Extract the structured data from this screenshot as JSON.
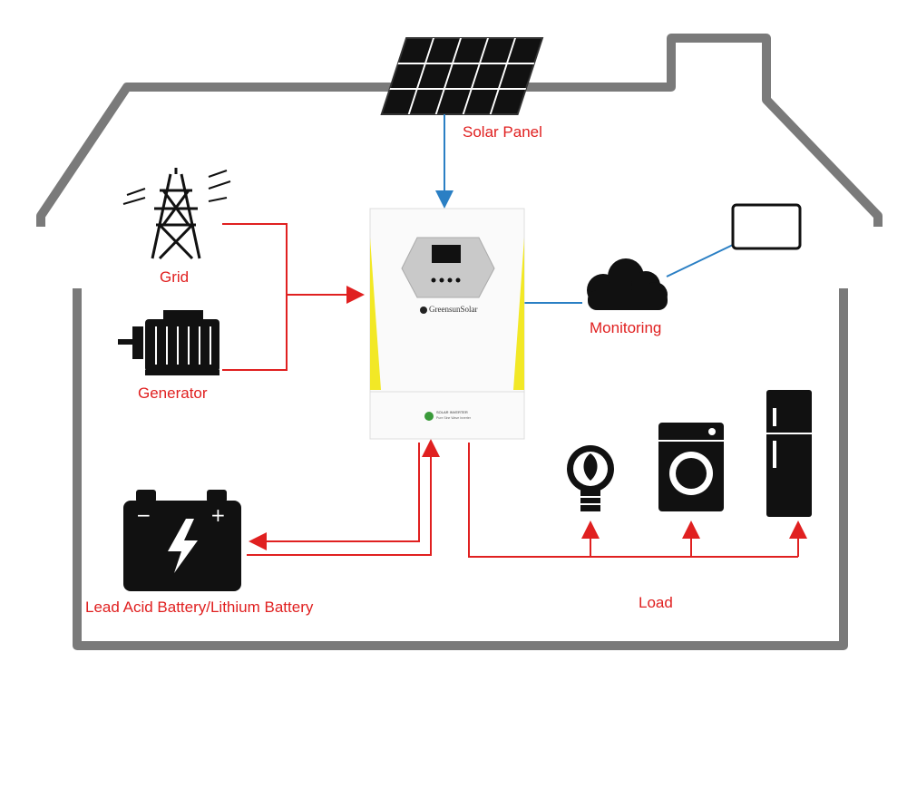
{
  "labels": {
    "solar_panel": "Solar Panel",
    "grid": "Grid",
    "generator": "Generator",
    "monitoring": "Monitoring",
    "battery": "Lead Acid Battery/Lithium Battery",
    "load": "Load"
  },
  "inverter": {
    "brand": "GreensunSolar",
    "product": "SOLAR INVERTER",
    "subtitle": "Pure Sine Wave Inverter"
  },
  "colors": {
    "house_outline": "#7a7a7a",
    "power_line": "#e02020",
    "data_line": "#2a7fc4",
    "inverter_accent": "#f2e826"
  }
}
